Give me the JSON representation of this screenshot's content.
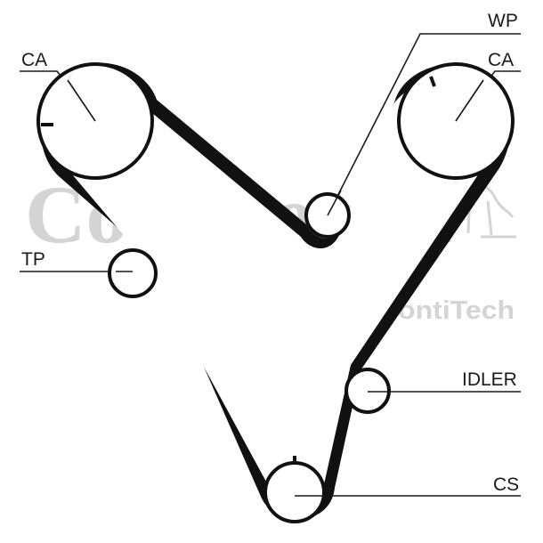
{
  "watermark": {
    "brand": "Continental",
    "sub_brand": "ContiTech",
    "color": "#d4d4d4"
  },
  "colors": {
    "belt": "#111111",
    "line": "#1a1a1a",
    "background": "#ffffff"
  },
  "labels": {
    "ca_left": "CA",
    "wp": "WP",
    "ca_right": "CA",
    "tp": "TP",
    "idler": "IDLER",
    "cs": "CS"
  },
  "icons": {
    "brand_mark": "horse-icon"
  }
}
